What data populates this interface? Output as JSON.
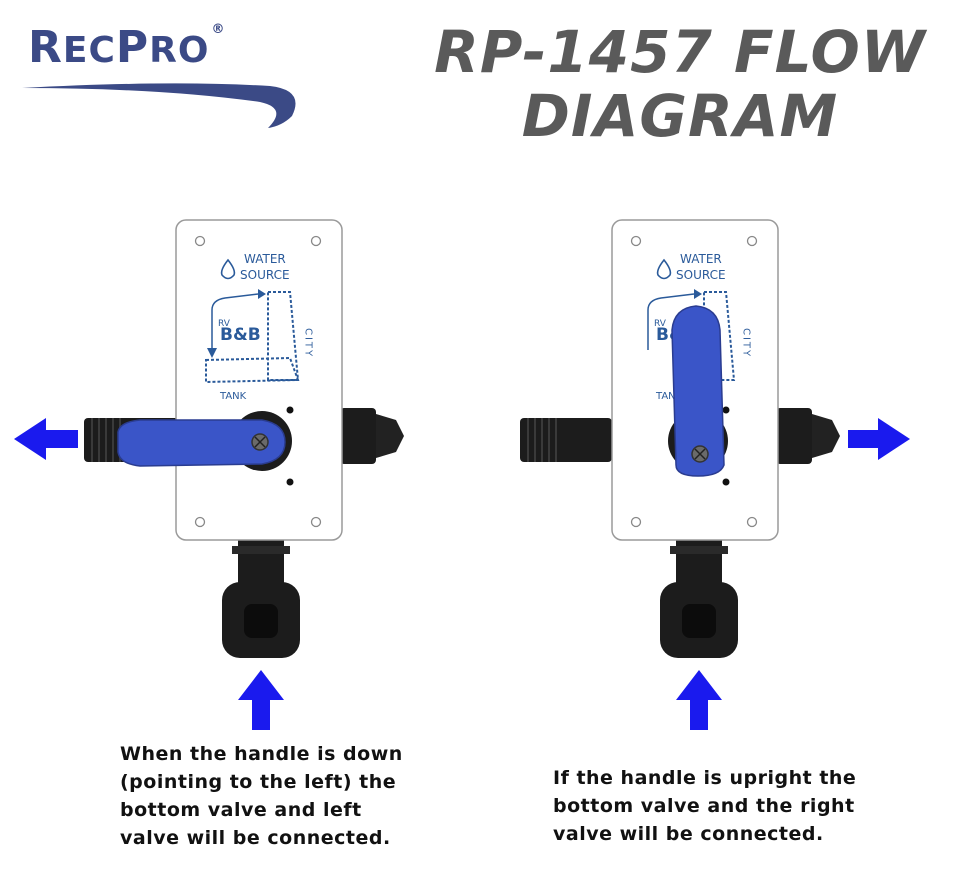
{
  "logo": {
    "wordmark_first": "R",
    "wordmark_rest1": "EC",
    "wordmark_mid": "P",
    "wordmark_rest2": "RO",
    "registered": "®"
  },
  "title": {
    "line1": "RP-1457 FLOW",
    "line2": "DIAGRAM"
  },
  "panel_labels": {
    "water": "WATER",
    "source": "SOURCE",
    "rv": "RV",
    "brand": "B&B",
    "city": "CITY",
    "tank": "TANK"
  },
  "left_caption": {
    "lines": [
      "When the handle is down",
      "(pointing to the left) the",
      "bottom valve and left",
      "valve will be connected."
    ]
  },
  "right_caption": {
    "lines": [
      "If the handle is upright the",
      "bottom valve and the right",
      "valve will be connected."
    ]
  },
  "colors": {
    "arrow": "#1a1aee",
    "handle": "#3a55c8",
    "title": "#5a5a5a",
    "logo": "#3b4a86",
    "panel_ink": "#2a5a9a",
    "fitting": "#1c1c1c"
  }
}
